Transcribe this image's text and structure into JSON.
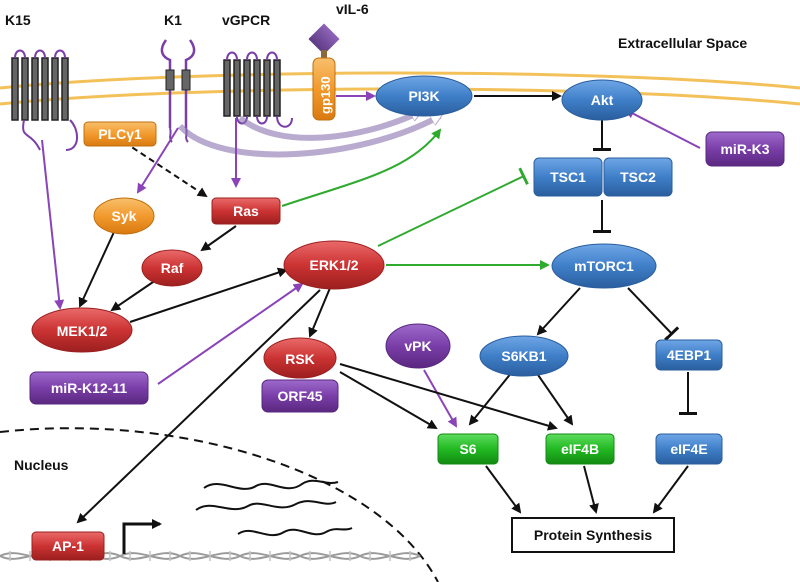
{
  "labels": {
    "k15": "K15",
    "k1": "K1",
    "vgpcr": "vGPCR",
    "vil6": "vIL-6",
    "extracellular": "Extracellular Space",
    "nucleus": "Nucleus",
    "gp130": "gp130"
  },
  "nodes": {
    "pi3k": "PI3K",
    "akt": "Akt",
    "mirk3": "miR-K3",
    "tsc1": "TSC1",
    "tsc2": "TSC2",
    "plcg1": "PLCγ1",
    "syk": "Syk",
    "ras": "Ras",
    "raf": "Raf",
    "mek": "MEK1/2",
    "erk": "ERK1/2",
    "mtorc1": "mTORC1",
    "rsk": "RSK",
    "orf45": "ORF45",
    "vpk": "vPK",
    "s6kb1": "S6KB1",
    "ebp1": "4EBP1",
    "mirk1211": "miR-K12-11",
    "s6": "S6",
    "eif4b": "eIF4B",
    "eif4e": "eIF4E",
    "ap1": "AP-1",
    "protein": "Protein Synthesis"
  },
  "colors": {
    "blue": "#3f7fc8",
    "red": "#cc3333",
    "orange": "#f29a2e",
    "purple": "#7a3ea8",
    "green": "#22b922",
    "arrow_purple": "#8a44b8",
    "arrow_green": "#2faa2f",
    "membrane": "#f3c15a"
  }
}
